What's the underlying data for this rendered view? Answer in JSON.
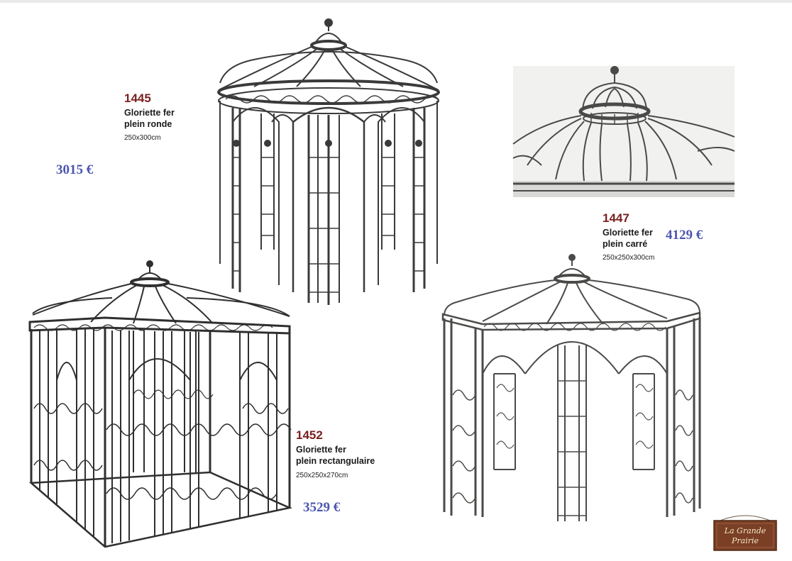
{
  "colors": {
    "reference": "#7a1f1f",
    "price": "#4b55b0",
    "iron": "#3a3a3a"
  },
  "products": [
    {
      "ref": "1445",
      "name_line1": "Gloriette fer",
      "name_line2": "plein ronde",
      "dimensions": "250x300cm",
      "price": "3015 €"
    },
    {
      "ref": "1447",
      "name_line1": "Gloriette fer",
      "name_line2": "plein carré",
      "dimensions": "250x250x300cm",
      "price": "4129 €"
    },
    {
      "ref": "1452",
      "name_line1": "Gloriette fer",
      "name_line2": "plein rectangulaire",
      "dimensions": "250x250x270cm",
      "price": "3529 €"
    }
  ],
  "images": [
    {
      "icon": "round-gazebo-photo"
    },
    {
      "icon": "gazebo-dome-detail-photo"
    },
    {
      "icon": "rectangular-gazebo-photo"
    },
    {
      "icon": "square-gazebo-photo"
    }
  ],
  "logo": {
    "line1": "La Grande",
    "line2": "Prairie"
  }
}
